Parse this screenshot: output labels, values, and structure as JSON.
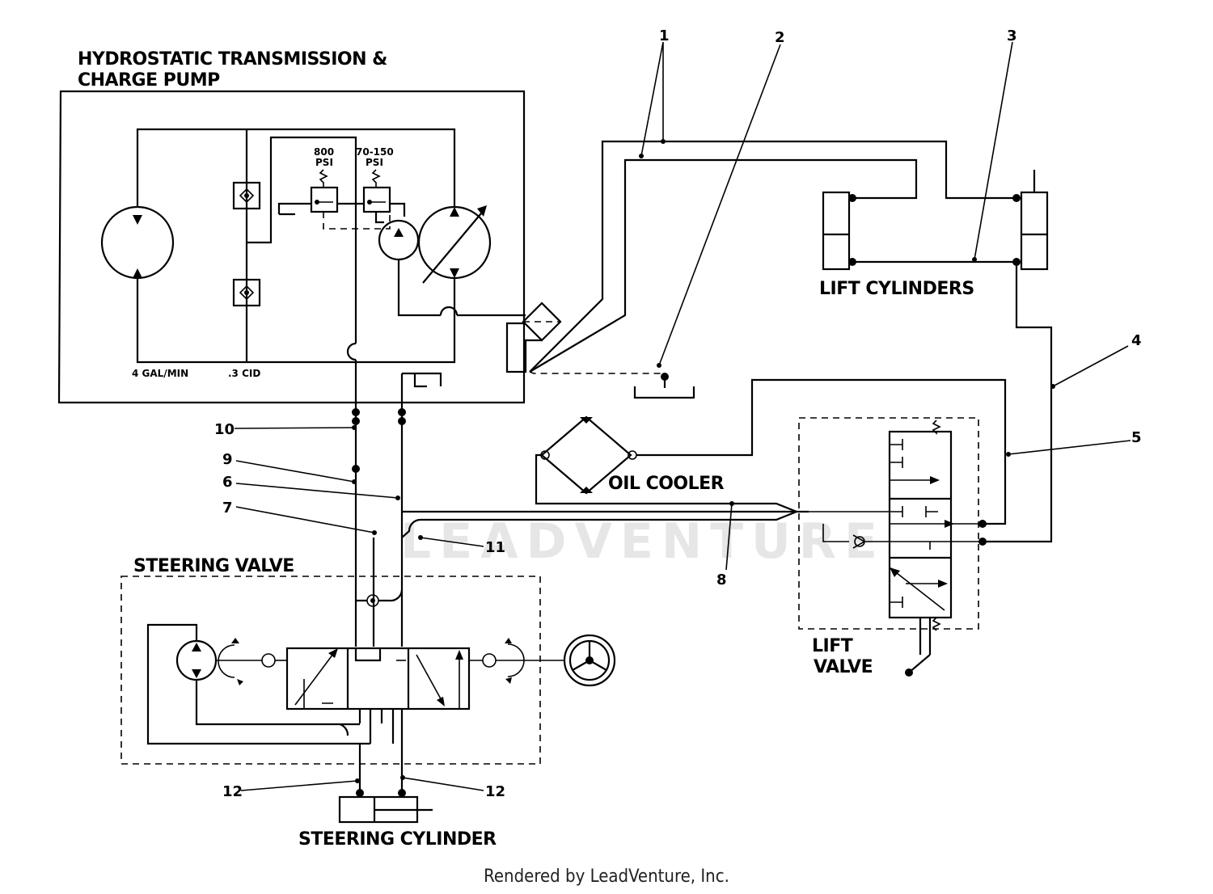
{
  "labels": {
    "hydro_line1": "HYDROSTATIC TRANSMISSION &",
    "hydro_line2": "CHARGE PUMP",
    "relief1_value": "800",
    "relief1_unit": "PSI",
    "relief2_value": "70-150",
    "relief2_unit": "PSI",
    "flow": "4 GAL/MIN",
    "displacement": ".3 CID",
    "lift_cylinders": "LIFT CYLINDERS",
    "oil_cooler": "OIL COOLER",
    "steering_valve": "STEERING VALVE",
    "steering_cylinder": "STEERING CYLINDER",
    "lift_valve_line1": "LIFT",
    "lift_valve_line2": "VALVE"
  },
  "callouts": [
    "1",
    "2",
    "3",
    "4",
    "5",
    "6",
    "7",
    "8",
    "9",
    "10",
    "11",
    "12",
    "12"
  ],
  "watermark": "LEADVENTURE",
  "footer": "Rendered by LeadVenture, Inc."
}
